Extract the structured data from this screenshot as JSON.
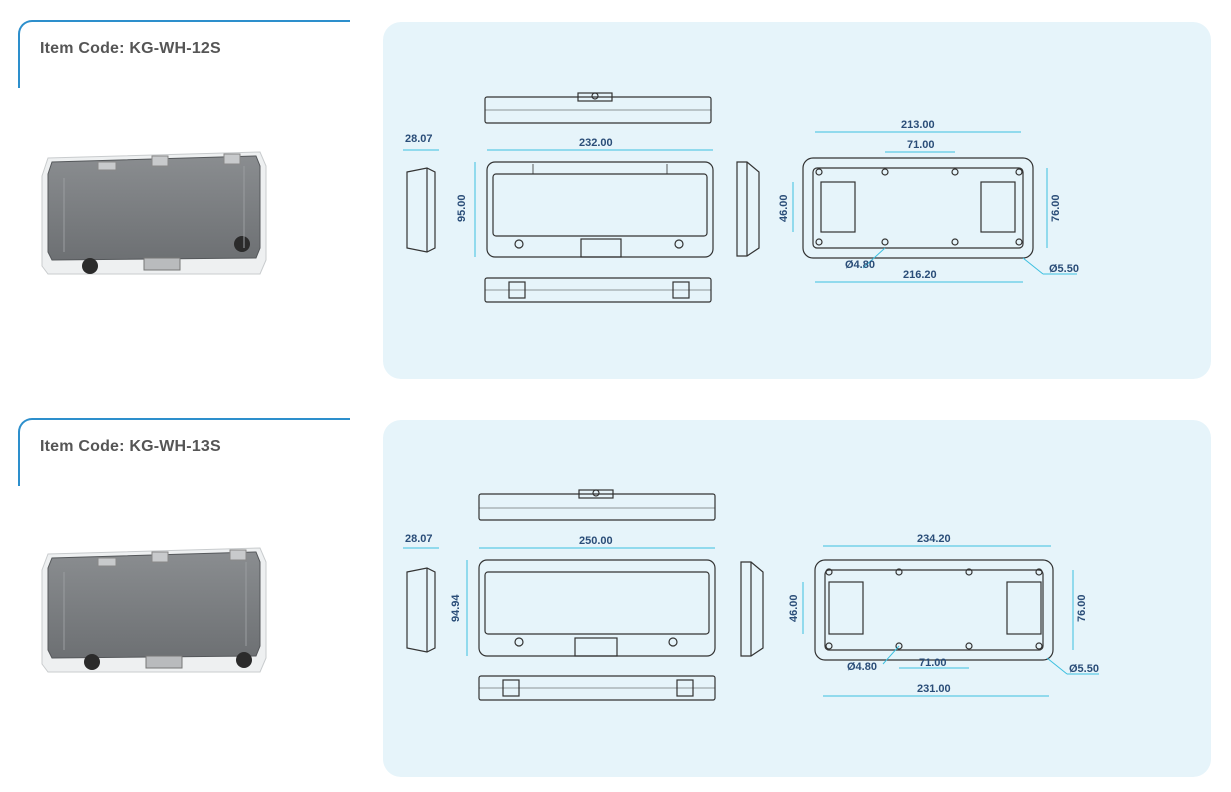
{
  "products": [
    {
      "item_code": "Item Code: KG-WH-12S",
      "dims": {
        "depth": "28.07",
        "width": "232.00",
        "height": "95.00",
        "mount_width": "213.00",
        "hole_spacing": "71.00",
        "inner_height": "46.00",
        "mount_height": "76.00",
        "hole_dia_small": "Ø4.80",
        "cutout_width": "216.20",
        "hole_dia_large": "Ø5.50"
      }
    },
    {
      "item_code": "Item Code: KG-WH-13S",
      "dims": {
        "depth": "28.07",
        "width": "250.00",
        "height": "94.94",
        "mount_width": "234.20",
        "inner_height": "46.00",
        "mount_height": "76.00",
        "hole_dia_small": "Ø4.80",
        "hole_spacing": "71.00",
        "cutout_width": "231.00",
        "hole_dia_large": "Ø5.50"
      }
    }
  ],
  "colors": {
    "accent": "#2d8fcc",
    "panel_bg": "#e6f4fa",
    "dimension_line": "#3cc0e0",
    "dimension_text": "#2a4d78",
    "outline": "#333333"
  }
}
